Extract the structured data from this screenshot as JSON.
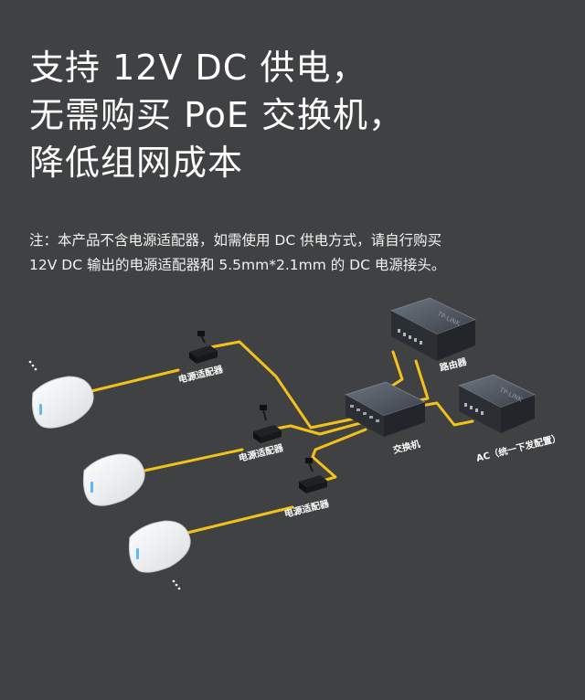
{
  "headline": {
    "line1": "支持 12V DC 供电，",
    "line2": "无需购买 PoE 交换机，",
    "line3": "降低组网成本"
  },
  "note": {
    "line1": "注：本产品不含电源适配器，如需使用 DC 供电方式，请自行购买",
    "line2": "12V DC 输出的电源适配器和 5.5mm*2.1mm 的 DC 电源接头。"
  },
  "diagram": {
    "adapter_label": "电源适配器",
    "switch_label": "交换机",
    "router_label": "路由器",
    "ac_label": "AC（统一下发配置）",
    "device_brand": "TP-LINK",
    "colors": {
      "cable": "#f2c21b",
      "background": "#3f4143"
    },
    "icons": [
      "access-point-icon",
      "power-adapter-icon",
      "switch-icon",
      "router-icon",
      "ac-controller-icon"
    ]
  }
}
